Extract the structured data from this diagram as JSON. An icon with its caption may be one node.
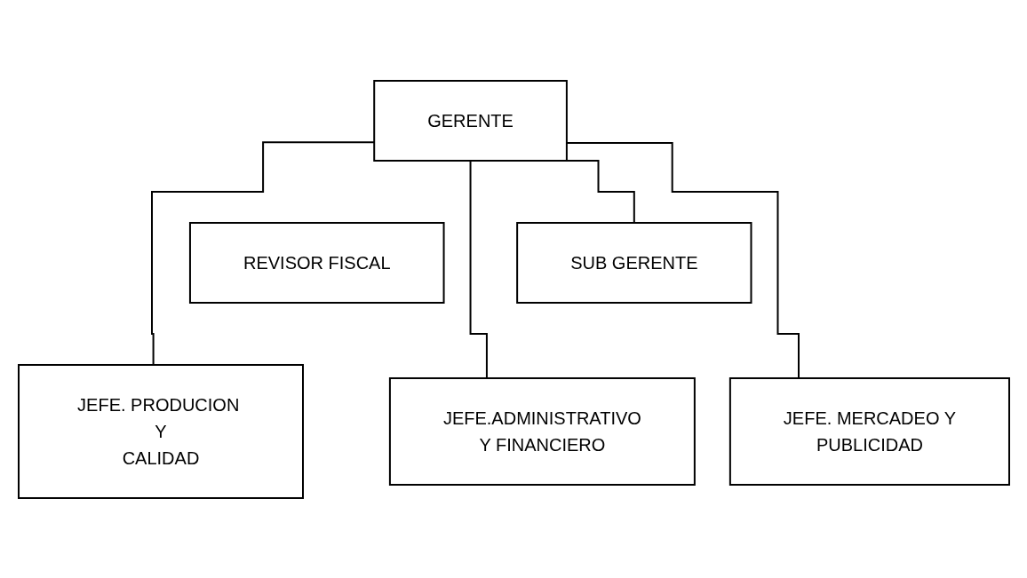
{
  "diagram": {
    "nodes": [
      {
        "text": [
          "GERENTE"
        ]
      },
      {
        "text": [
          "SUB GERENTE"
        ]
      },
      {
        "text": [
          "REVISOR FISCAL"
        ]
      },
      {
        "text": [
          "JEFE. PRODUCION Y CALIDAD"
        ]
      },
      {
        "text": [
          "JEFE.ADMINISTRATIVO Y FINANCIERO"
        ]
      },
      {
        "text": [
          "JEFE. MERCADEO Y PUBLICIDAD"
        ]
      }
    ],
    "edges": [
      {
        "from": 0,
        "to": 1,
        "arrow": "none"
      },
      {
        "from": 0,
        "to": 3,
        "arrow": "none"
      },
      {
        "from": 0,
        "to": 4,
        "arrow": "none"
      },
      {
        "from": 0,
        "to": 5,
        "arrow": "none"
      }
    ]
  }
}
